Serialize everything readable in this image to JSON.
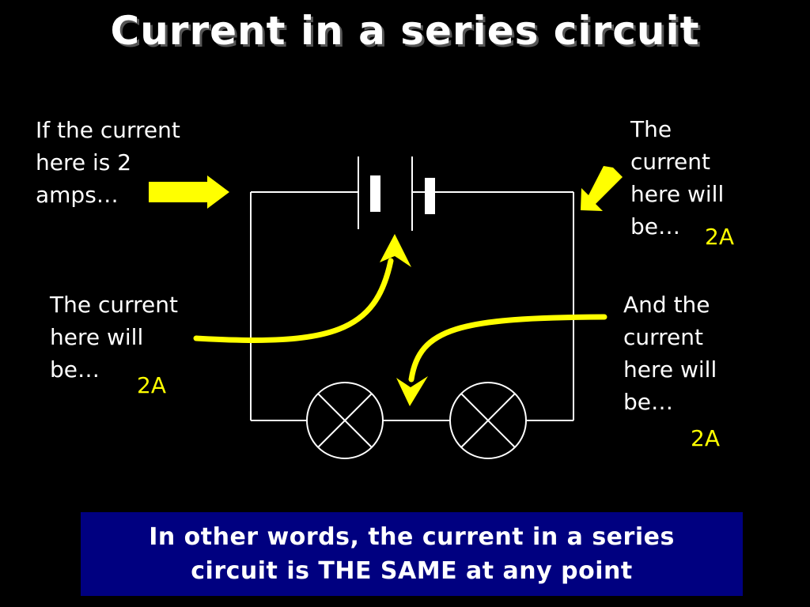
{
  "title": "Current in a series circuit",
  "labels": {
    "top_left": [
      "If the current",
      "here is 2",
      "amps…"
    ],
    "top_right": [
      "The",
      "current",
      "here will",
      "be…"
    ],
    "mid_left": [
      "The current",
      "here will",
      "be…"
    ],
    "mid_right": [
      "And the",
      "current",
      "here will",
      "be…"
    ]
  },
  "answers": {
    "top_right": "2A",
    "mid_left": "2A",
    "mid_right": "2A"
  },
  "summary": [
    "In other words, the current in a series",
    "circuit is THE SAME at any point"
  ],
  "colors": {
    "background": "#000000",
    "text": "#ffffff",
    "arrow": "#ffff00",
    "answer": "#ffff00",
    "summary_box": "#000080"
  },
  "icons": [
    "battery-symbol-icon",
    "lamp-symbol-icon",
    "arrow-right-icon",
    "arrow-down-left-icon",
    "curved-arrow-up-icon",
    "curved-arrow-down-icon"
  ]
}
